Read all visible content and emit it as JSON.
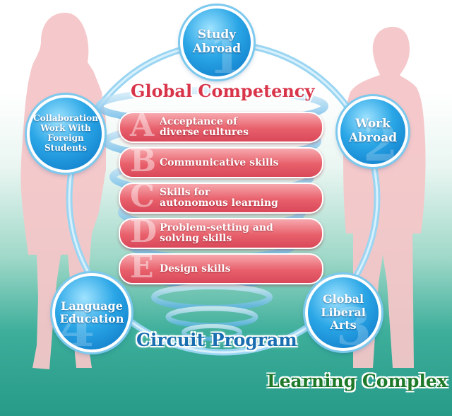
{
  "global_competency": {
    "title": "Global Competency",
    "items": [
      {
        "letter": "A",
        "label": "Acceptance of\ndiverse cultures"
      },
      {
        "letter": "B",
        "label": "Communicative skills"
      },
      {
        "letter": "C",
        "label": "Skills for\nautonomous learning"
      },
      {
        "letter": "D",
        "label": "Problem-setting and\nsolving skills"
      },
      {
        "letter": "E",
        "label": "Design skills"
      }
    ]
  },
  "circuit_program": {
    "title": "Circuit Program",
    "nodes": {
      "study_abroad": {
        "number": "1",
        "label": "Study\nAbroad"
      },
      "work_abroad": {
        "number": "2",
        "label": "Work\nAbroad"
      },
      "global_liberal_arts": {
        "number": "3",
        "label": "Global\nLiberal Arts"
      },
      "language_education": {
        "number": "4",
        "label": "Language\nEducation"
      },
      "collaboration": {
        "label": "Collaboration\nWork With\nForeign\nStudents"
      }
    }
  },
  "learning_complex": {
    "title": "Learning Complex"
  },
  "colors": {
    "competency_red": "#d8354a",
    "circuit_blue": "#1a6fb0",
    "learning_green": "#1e7a2a",
    "node_blue": "#0a73c4",
    "silhouette_pink": "#f4c6c8"
  }
}
